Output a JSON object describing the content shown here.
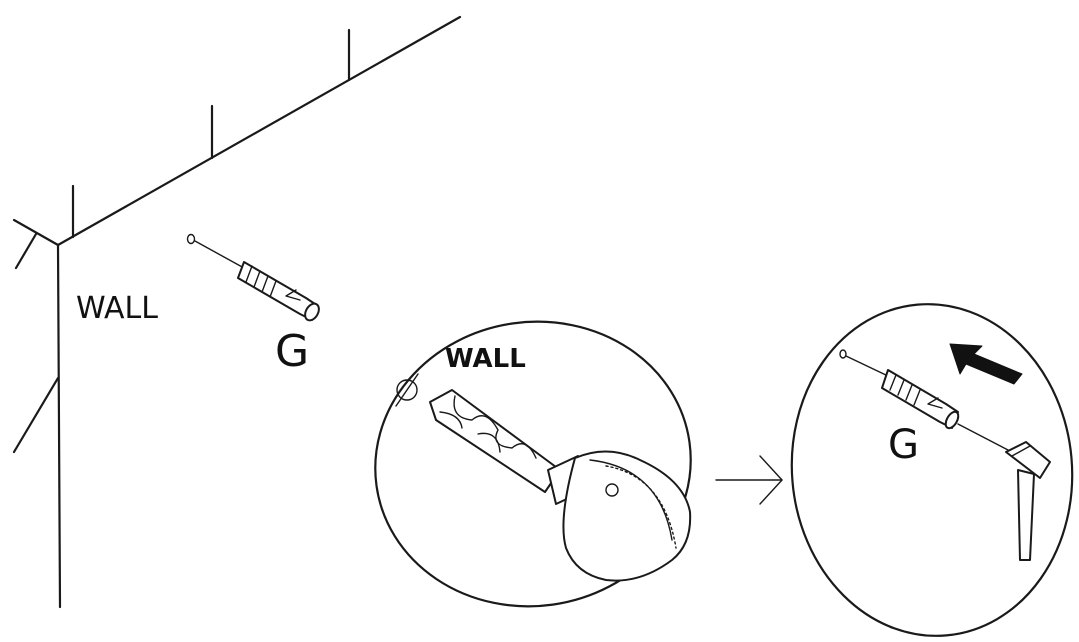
{
  "labels": {
    "wall_main": "WALL",
    "part_main": "G",
    "wall_inset": "WALL",
    "part_inset": "G"
  },
  "icons": [
    "wall-plug-icon",
    "drill-bit-icon",
    "hammer-icon",
    "direction-arrow-icon",
    "next-step-arrow-icon",
    "drill-hole-icon"
  ],
  "colors": {
    "line": "#1a1a1a",
    "background": "#ffffff"
  }
}
